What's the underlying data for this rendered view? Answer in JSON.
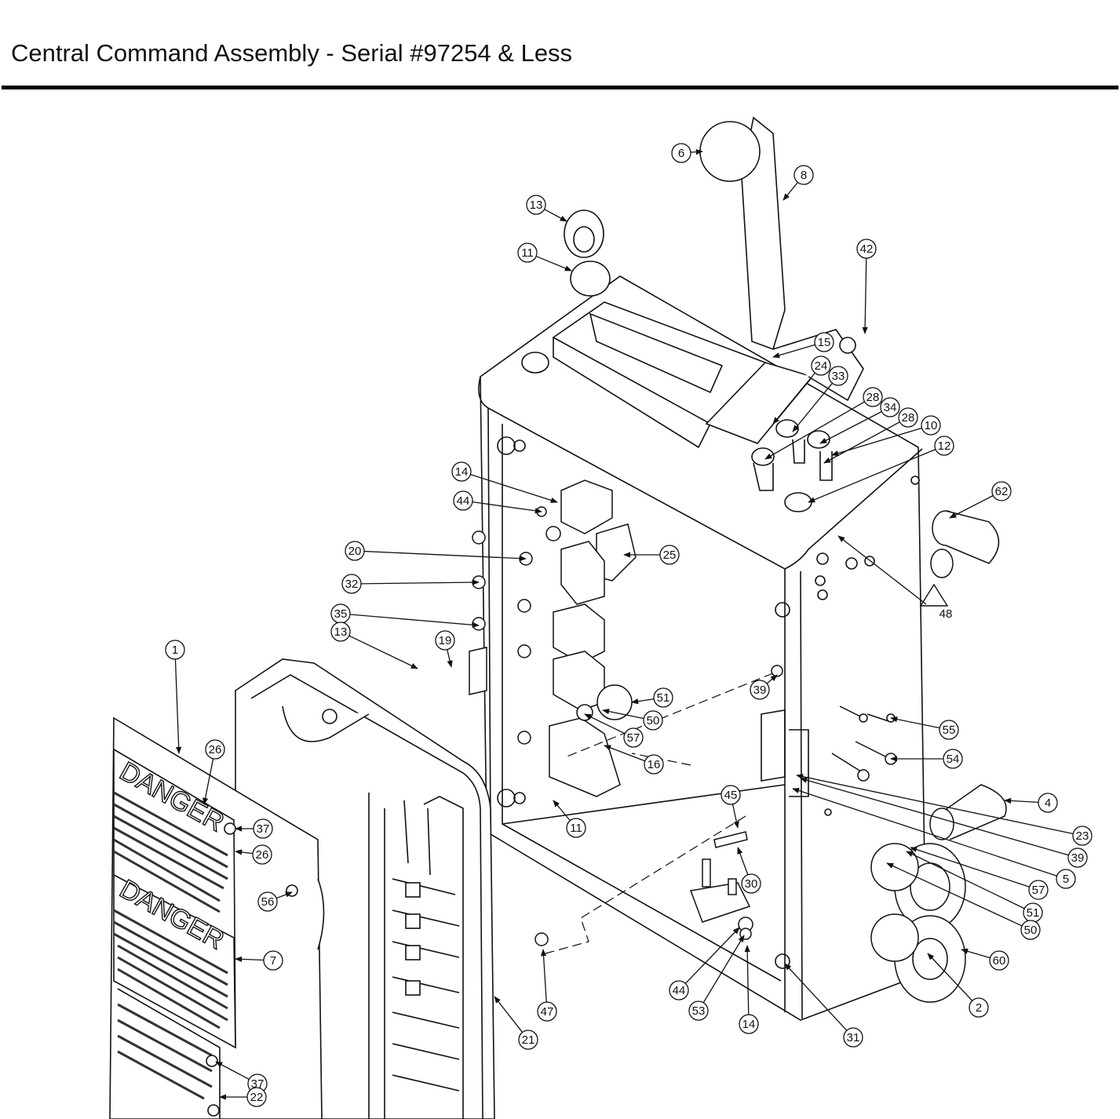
{
  "title": "Central Command Assembly - Serial #97254 & Less",
  "callouts": [
    {
      "id": "c6",
      "label": "6"
    },
    {
      "id": "c8",
      "label": "8"
    },
    {
      "id": "c13a",
      "label": "13"
    },
    {
      "id": "c11a",
      "label": "11"
    },
    {
      "id": "c42",
      "label": "42"
    },
    {
      "id": "c15",
      "label": "15"
    },
    {
      "id": "c24",
      "label": "24"
    },
    {
      "id": "c33",
      "label": "33"
    },
    {
      "id": "c28a",
      "label": "28"
    },
    {
      "id": "c34",
      "label": "34"
    },
    {
      "id": "c28b",
      "label": "28"
    },
    {
      "id": "c10",
      "label": "10"
    },
    {
      "id": "c12",
      "label": "12"
    },
    {
      "id": "c14a",
      "label": "14"
    },
    {
      "id": "c44a",
      "label": "44"
    },
    {
      "id": "c62",
      "label": "62"
    },
    {
      "id": "c20",
      "label": "20"
    },
    {
      "id": "c25",
      "label": "25"
    },
    {
      "id": "c32",
      "label": "32"
    },
    {
      "id": "c35",
      "label": "35"
    },
    {
      "id": "c13b",
      "label": "13"
    },
    {
      "id": "c19",
      "label": "19"
    },
    {
      "id": "c1",
      "label": "1"
    },
    {
      "id": "c39a",
      "label": "39"
    },
    {
      "id": "c51a",
      "label": "51"
    },
    {
      "id": "c50a",
      "label": "50"
    },
    {
      "id": "c57a",
      "label": "57"
    },
    {
      "id": "c55",
      "label": "55"
    },
    {
      "id": "c26a",
      "label": "26"
    },
    {
      "id": "c16",
      "label": "16"
    },
    {
      "id": "c54",
      "label": "54"
    },
    {
      "id": "c37a",
      "label": "37"
    },
    {
      "id": "c26b",
      "label": "26"
    },
    {
      "id": "c45",
      "label": "45"
    },
    {
      "id": "c11b",
      "label": "11"
    },
    {
      "id": "c4",
      "label": "4"
    },
    {
      "id": "c23",
      "label": "23"
    },
    {
      "id": "c39b",
      "label": "39"
    },
    {
      "id": "c56",
      "label": "56"
    },
    {
      "id": "c30",
      "label": "30"
    },
    {
      "id": "c5",
      "label": "5"
    },
    {
      "id": "c57b",
      "label": "57"
    },
    {
      "id": "c51b",
      "label": "51"
    },
    {
      "id": "c50b",
      "label": "50"
    },
    {
      "id": "c7",
      "label": "7"
    },
    {
      "id": "c60",
      "label": "60"
    },
    {
      "id": "c44b",
      "label": "44"
    },
    {
      "id": "c53",
      "label": "53"
    },
    {
      "id": "c14b",
      "label": "14"
    },
    {
      "id": "c47",
      "label": "47"
    },
    {
      "id": "c2",
      "label": "2"
    },
    {
      "id": "c31",
      "label": "31"
    },
    {
      "id": "c21",
      "label": "21"
    },
    {
      "id": "c37b",
      "label": "37"
    },
    {
      "id": "c22",
      "label": "22"
    }
  ],
  "warning_triangle_label": "48",
  "decals": {
    "danger_1": "DANGER",
    "danger_2": "DANGER"
  }
}
